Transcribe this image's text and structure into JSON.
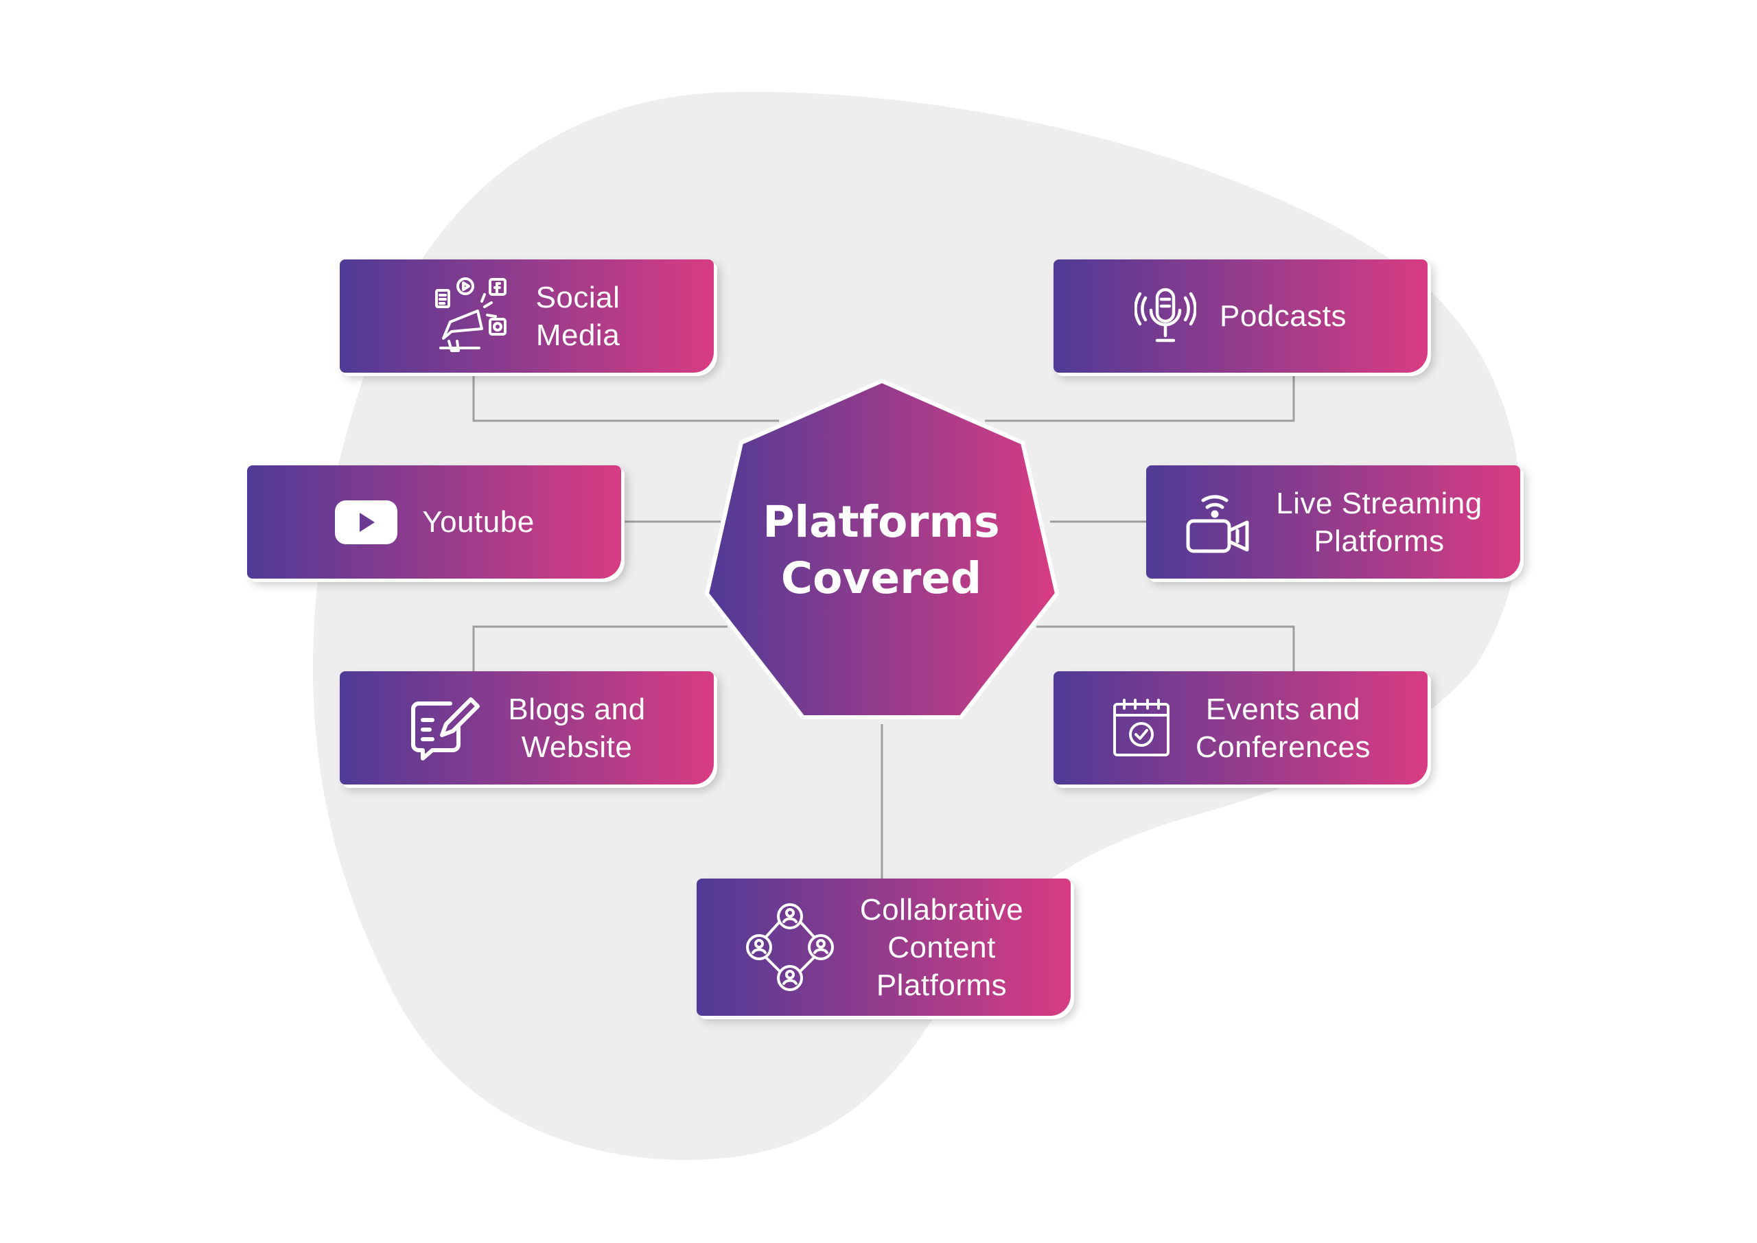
{
  "center": {
    "title": "Platforms\nCovered"
  },
  "colors": {
    "gradient_start": "#4f3b96",
    "gradient_end": "#d83c82",
    "blob": "#eeeeee",
    "connector": "#9e9e9e"
  },
  "nodes": [
    {
      "id": "social-media",
      "label": "Social\nMedia",
      "icon": "social-media-megaphone-icon"
    },
    {
      "id": "podcasts",
      "label": "Podcasts",
      "icon": "microphone-icon"
    },
    {
      "id": "youtube",
      "label": "Youtube",
      "icon": "youtube-play-icon"
    },
    {
      "id": "live-streaming",
      "label": "Live Streaming\nPlatforms",
      "icon": "video-camera-icon"
    },
    {
      "id": "blogs",
      "label": "Blogs and\nWebsite",
      "icon": "pen-writing-icon"
    },
    {
      "id": "events",
      "label": "Events and\nConferences",
      "icon": "calendar-check-icon"
    },
    {
      "id": "collaborative",
      "label": "Collabrative\nContent\nPlatforms",
      "icon": "people-network-icon"
    }
  ]
}
